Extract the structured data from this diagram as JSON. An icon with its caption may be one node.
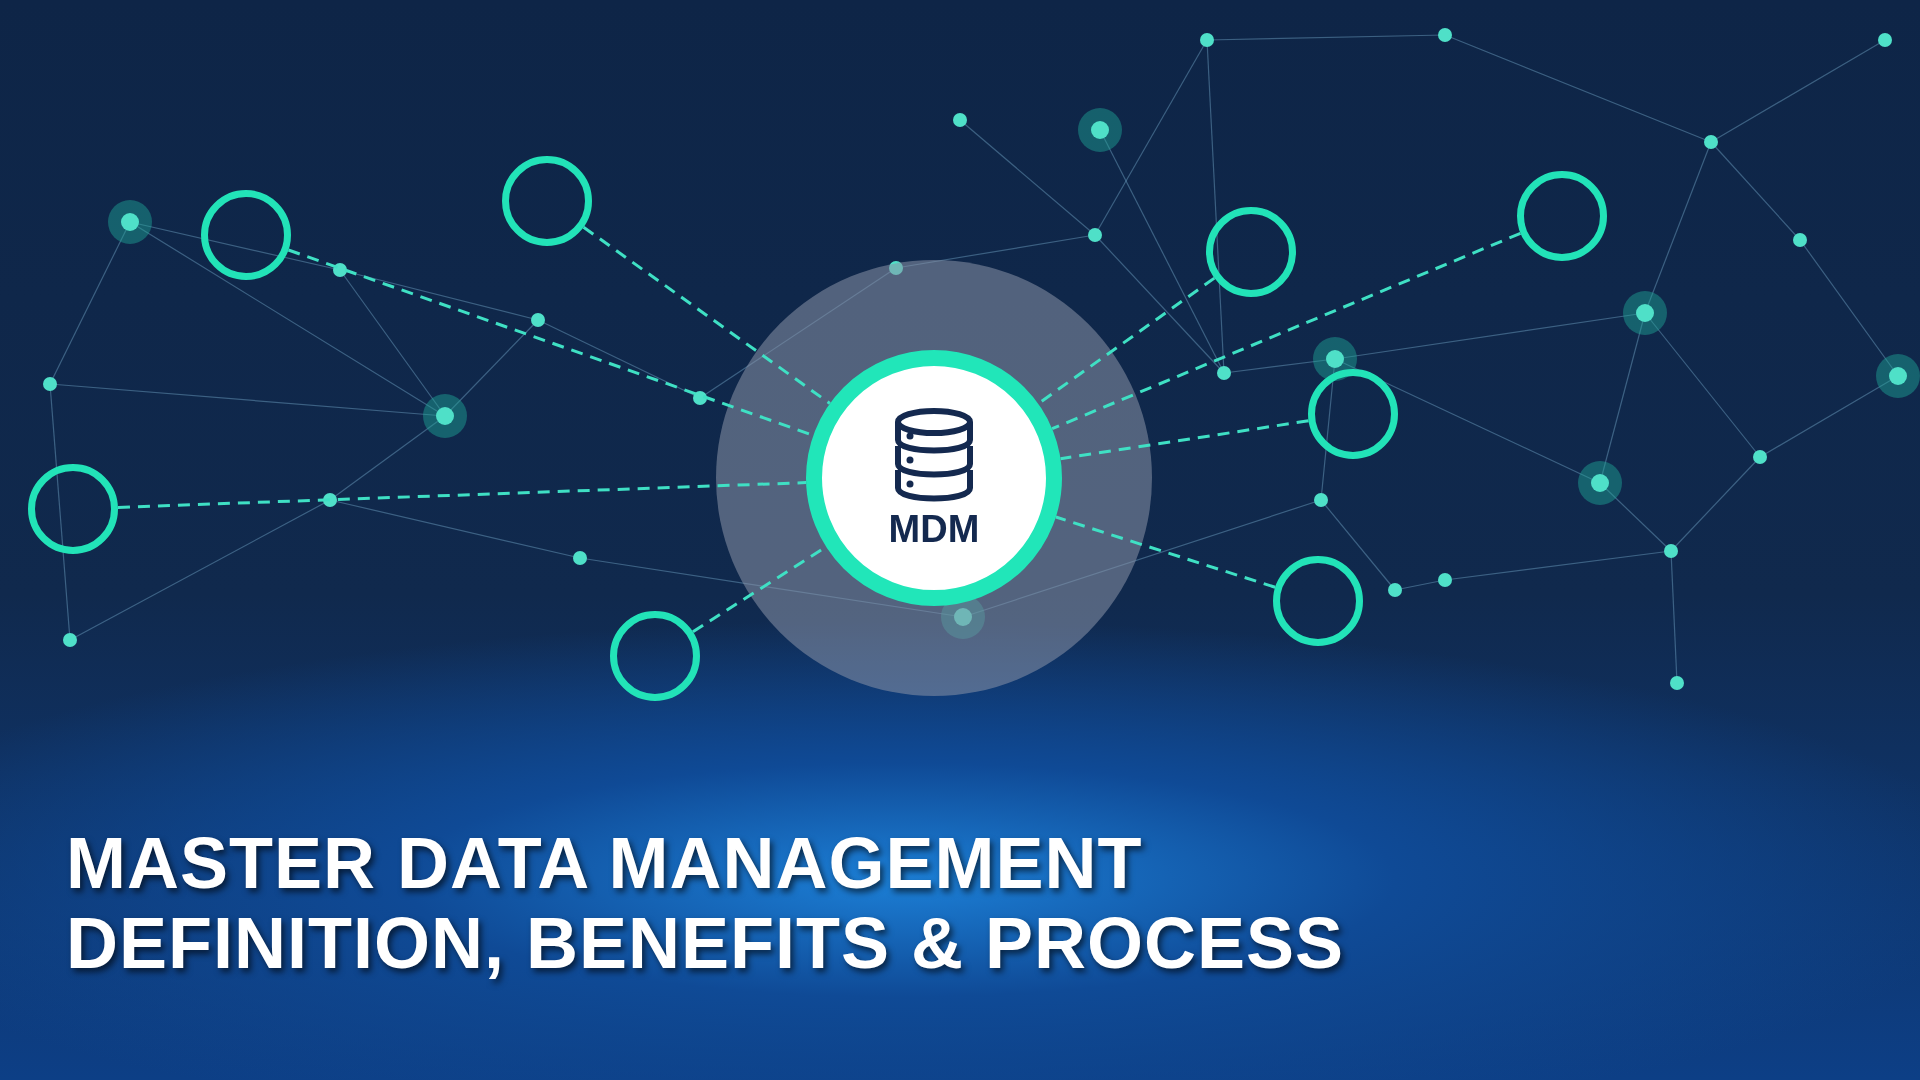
{
  "diagram": {
    "title": "MASTER DATA MANAGEMENT",
    "nodes": [
      {
        "text": [
          "MDM"
        ]
      },
      {
        "text": [],
        "shape": "circle"
      },
      {
        "text": [],
        "shape": "circle"
      },
      {
        "text": [],
        "shape": "circle"
      },
      {
        "text": [],
        "shape": "circle"
      },
      {
        "text": [],
        "shape": "circle"
      },
      {
        "text": [],
        "shape": "circle"
      },
      {
        "text": [],
        "shape": "circle"
      },
      {
        "text": [],
        "shape": "circle"
      }
    ],
    "edges": [
      {
        "from": 1,
        "to": 0,
        "arrow": "none",
        "style": "dashed"
      },
      {
        "from": 2,
        "to": 0,
        "arrow": "none",
        "style": "dashed"
      },
      {
        "from": 3,
        "to": 0,
        "arrow": "none",
        "style": "dashed"
      },
      {
        "from": 4,
        "to": 0,
        "arrow": "none",
        "style": "dashed"
      },
      {
        "from": 5,
        "to": 0,
        "arrow": "none",
        "style": "dashed"
      },
      {
        "from": 6,
        "to": 0,
        "arrow": "none",
        "style": "dashed"
      },
      {
        "from": 7,
        "to": 0,
        "arrow": "none",
        "style": "dashed"
      },
      {
        "from": 8,
        "to": 0,
        "arrow": "none",
        "style": "dashed"
      }
    ],
    "labels": [
      "DEFINITION, BENEFITS & PROCESS"
    ]
  }
}
